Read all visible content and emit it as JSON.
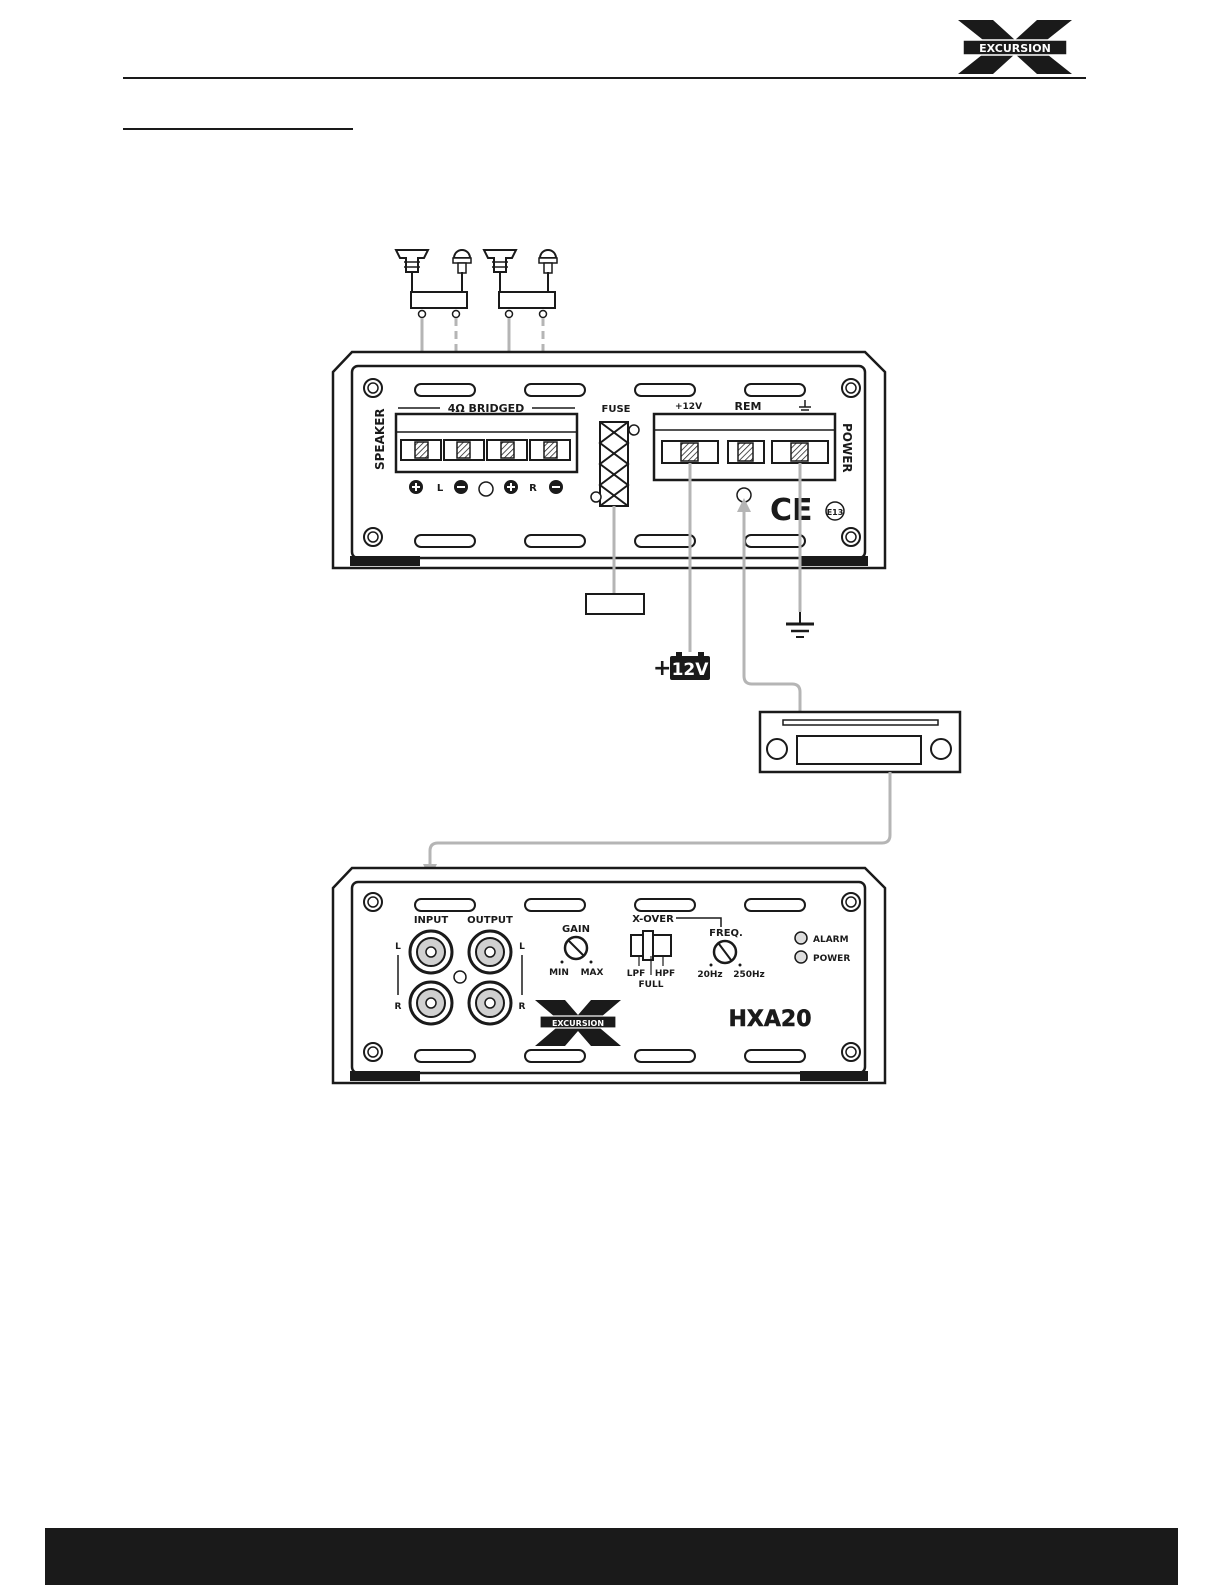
{
  "brand": {
    "logo_text": "EXCURSION",
    "model": "HXA20",
    "logo_mark": "X"
  },
  "colors": {
    "ink": "#1a1a1a",
    "wire": "#b5b5b5",
    "panel": "#ffffff"
  },
  "speaker_panel": {
    "speaker_label": "SPEAKER",
    "bridged_label": "4Ω BRIDGED",
    "fuse_label": "FUSE",
    "plus_12v_label": "+12V",
    "rem_label": "REM",
    "ground_label": "ground-icon",
    "power_label": "POWER",
    "channel_left": "L",
    "channel_right": "R",
    "ce_mark": "CE",
    "e_mark": "E13"
  },
  "battery": {
    "plus": "+",
    "voltage": "12V"
  },
  "input_panel": {
    "input_label": "INPUT",
    "output_label": "OUTPUT",
    "left": "L",
    "right": "R",
    "gain_label": "GAIN",
    "gain_min": "MIN",
    "gain_max": "MAX",
    "xover_label": "X-OVER",
    "lpf": "LPF",
    "full": "FULL",
    "hpf": "HPF",
    "freq_label": "FREQ.",
    "freq_low": "20Hz",
    "freq_high": "250Hz",
    "alarm_label": "ALARM",
    "power_led_label": "POWER"
  }
}
